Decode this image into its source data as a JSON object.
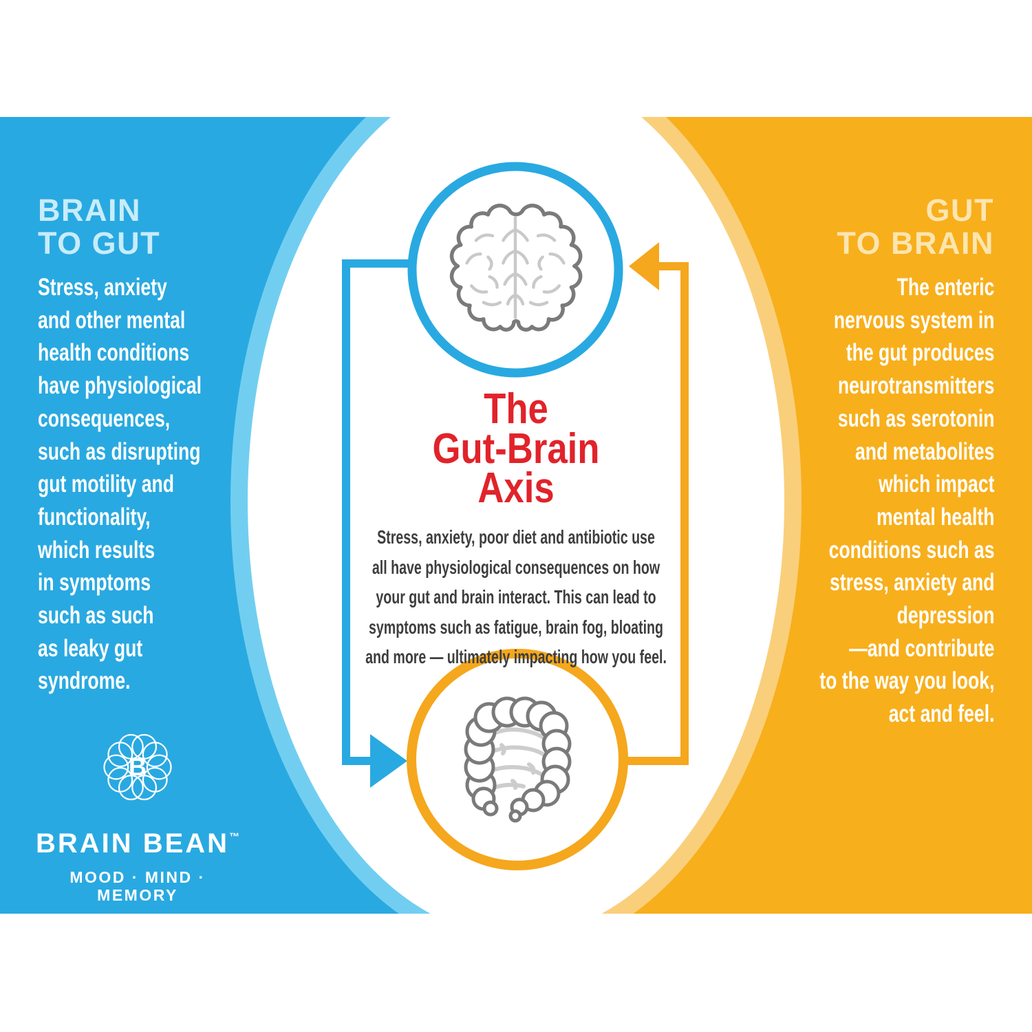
{
  "colors": {
    "blue_panel": "#29A9E1",
    "blue_light_rim": "#72CEF0",
    "yellow_panel": "#F8AF1C",
    "yellow_light_rim": "#FACF7B",
    "arrow_blue": "#29A9E1",
    "arrow_yellow": "#F5A71D",
    "title_red": "#E1232A",
    "heading_light_blue": "#C8ECFB",
    "heading_light_cream": "#FCE5B0",
    "body_white": "#FFFFFF",
    "center_text_dark": "#3E3E3E",
    "icon_outline_gray": "#7A7A7A",
    "icon_detail_gray": "#C9C9C9"
  },
  "left_panel": {
    "heading": "BRAIN\nTO GUT",
    "body": "Stress, anxiety\nand other mental\nhealth conditions\nhave physiological\nconsequences,\nsuch as disrupting\ngut motility and\nfunctionality,\nwhich results\nin symptoms\nsuch as such\nas leaky gut\nsyndrome."
  },
  "right_panel": {
    "heading": "GUT\nTO BRAIN",
    "body": "The enteric\nnervous system in\nthe gut produces\nneurotransmitters\nsuch as serotonin\nand metabolites\nwhich impact\nmental health\nconditions such as\nstress, anxiety and\ndepression\n—and contribute\nto the way you look,\nact and feel."
  },
  "center": {
    "title": "The\nGut-Brain\nAxis",
    "body": "Stress, anxiety, poor diet and antibiotic use\nall have physiological consequences on how\nyour gut and brain interact. This can lead to\nsymptoms such as fatigue, brain fog, bloating\nand more — ultimately impacting how you feel."
  },
  "logo": {
    "monogram": "B",
    "brand": "BRAIN BEAN",
    "trademark": "™",
    "tagline": "MOOD · MIND · MEMORY"
  }
}
